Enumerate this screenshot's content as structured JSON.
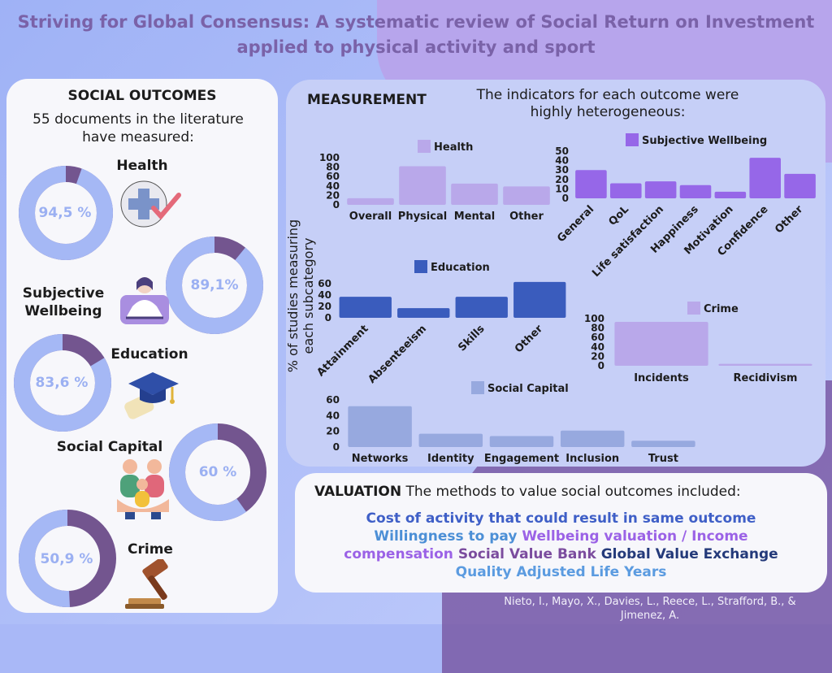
{
  "title_line1": "Striving for Global Consensus: A systematic review of Social Return on Investment",
  "title_line2": "applied to physical activity and sport",
  "social_outcomes": {
    "heading": "SOCIAL OUTCOMES",
    "sub_line1": "55 documents in the literature",
    "sub_line2": "have measured:",
    "items": [
      {
        "name": "Health",
        "percent_label": "94,5 %",
        "value": 94.5,
        "icon": "health-cross-icon"
      },
      {
        "name_line1": "Subjective",
        "name_line2": "Wellbeing",
        "percent_label": "89,1%",
        "value": 89.1,
        "icon": "meditation-icon"
      },
      {
        "name": "Education",
        "percent_label": "83,6 %",
        "value": 83.6,
        "icon": "graduation-cap-icon"
      },
      {
        "name": "Social Capital",
        "percent_label": "60 %",
        "value": 60,
        "icon": "family-icon"
      },
      {
        "name": "Crime",
        "percent_label": "50,9 %",
        "value": 50.9,
        "icon": "gavel-icon"
      }
    ],
    "colors": {
      "ring_main": "#a5b8f5",
      "ring_dark": "#73558f"
    }
  },
  "measurement": {
    "heading": "MEASUREMENT",
    "sub_line1": "The indicators for each outcome were",
    "sub_line2": "highly heterogeneous:",
    "ylabel": "% of studies measuring each subcategory"
  },
  "chart_data": [
    {
      "type": "bar",
      "title": "Health",
      "categories": [
        "Overall",
        "Physical",
        "Mental",
        "Other"
      ],
      "values": [
        14,
        82,
        45,
        39
      ],
      "ylim": [
        0,
        100
      ],
      "yticks": [
        0,
        20,
        40,
        60,
        80,
        100
      ],
      "color": "#b9a8ea"
    },
    {
      "type": "bar",
      "title": "Subjective Wellbeing",
      "categories": [
        "General",
        "QoL",
        "Life satisfaction",
        "Happiness",
        "Motivation",
        "Confidence",
        "Other"
      ],
      "values": [
        30,
        16,
        18,
        14,
        7,
        43,
        26
      ],
      "ylim": [
        0,
        50
      ],
      "yticks": [
        0,
        10,
        20,
        30,
        40,
        50
      ],
      "color": "#9667e8"
    },
    {
      "type": "bar",
      "title": "Education",
      "categories": [
        "Attainment",
        "Absenteeism",
        "Skills",
        "Other"
      ],
      "values": [
        37,
        17,
        37,
        63
      ],
      "ylim": [
        0,
        60
      ],
      "yticks": [
        0,
        20,
        40,
        60
      ],
      "color": "#3a5cbd"
    },
    {
      "type": "bar",
      "title": "Crime",
      "categories": [
        "Incidents",
        "Recidivism"
      ],
      "values": [
        93,
        4
      ],
      "ylim": [
        0,
        100
      ],
      "yticks": [
        0,
        20,
        40,
        60,
        80,
        100
      ],
      "color": "#b9a8ea"
    },
    {
      "type": "bar",
      "title": "Social Capital",
      "categories": [
        "Networks",
        "Identity",
        "Engagement",
        "Inclusion",
        "Trust"
      ],
      "values": [
        52,
        17,
        14,
        21,
        8
      ],
      "ylim": [
        0,
        60
      ],
      "yticks": [
        0,
        20,
        40,
        60
      ],
      "color": "#97a9df"
    }
  ],
  "valuation": {
    "heading": "VALUATION",
    "sub": "The methods to value social outcomes included:",
    "line1": "Cost of activity that could result in same outcome",
    "line2a": "Willingness to pay",
    "line2b": "Wellbeing valuation / Income",
    "line3a": "compensation",
    "line3b": "Social Value Bank",
    "line3c": "Global Value Exchange",
    "line4": "Quality Adjusted Life Years",
    "colors": {
      "blue": "#3f5fc7",
      "teal": "#4c8fd6",
      "purple": "#9b62e6",
      "plum": "#7b4c9e",
      "navy": "#243a7a",
      "lightblue": "#5b9be0"
    }
  },
  "citation_line1": "Nieto, I., Mayo, X., Davies, L., Reece, L., Strafford, B., &",
  "citation_line2": "Jimenez, A."
}
